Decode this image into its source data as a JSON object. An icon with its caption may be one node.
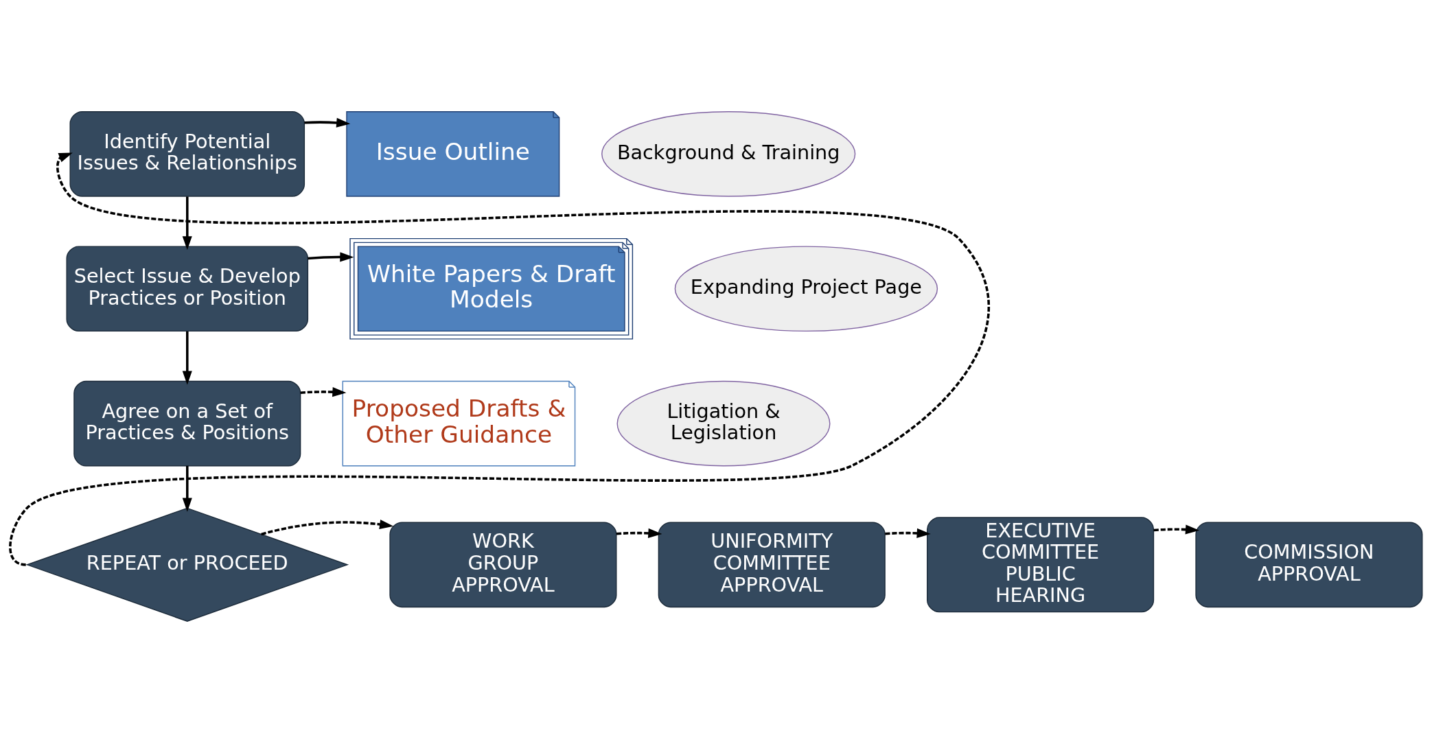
{
  "diagram": {
    "nodes": [
      {
        "text": [
          "Identify Potential Issues & Relationships"
        ]
      },
      {
        "text": [
          "Issue Outline"
        ]
      },
      {
        "text": [
          "Background & Training"
        ]
      },
      {
        "text": [
          "Select Issue & Develop Practices or Position"
        ]
      },
      {
        "text": [
          "White Papers & Draft Models"
        ]
      },
      {
        "text": [
          "Expanding Project Page"
        ]
      },
      {
        "text": [
          "Agree on a Set of Practices & Positions"
        ]
      },
      {
        "text": [
          "Proposed Drafts & Other Guidance"
        ]
      },
      {
        "text": [
          "Litigation & Legislation"
        ]
      },
      {
        "text": [
          "REPEAT or PROCEED"
        ]
      },
      {
        "text": [
          "WORK GROUP APPROVAL"
        ]
      },
      {
        "text": [
          "UNIFORMITY COMMITTEE APPROVAL"
        ]
      },
      {
        "text": [
          "EXECUTIVE COMMITTEE PUBLIC HEARING"
        ]
      },
      {
        "text": [
          "COMMISSION APPROVAL"
        ]
      }
    ],
    "edges": [
      {
        "from": 0,
        "to": 1,
        "arrow": "to"
      },
      {
        "from": 0,
        "to": 3,
        "arrow": "to"
      },
      {
        "from": 3,
        "to": 4,
        "arrow": "to"
      },
      {
        "from": 3,
        "to": 6,
        "arrow": "to"
      },
      {
        "from": 6,
        "to": 7,
        "arrow": "to",
        "style": "dashed"
      },
      {
        "from": 6,
        "to": 9,
        "arrow": "to"
      },
      {
        "from": 9,
        "to": 0,
        "arrow": "to",
        "style": "dashed"
      },
      {
        "from": 9,
        "to": 10,
        "arrow": "to",
        "style": "dashed"
      },
      {
        "from": 10,
        "to": 11,
        "arrow": "to",
        "style": "dashed"
      },
      {
        "from": 11,
        "to": 12,
        "arrow": "to",
        "style": "dashed"
      },
      {
        "from": 12,
        "to": 13,
        "arrow": "to",
        "style": "dashed"
      }
    ]
  }
}
